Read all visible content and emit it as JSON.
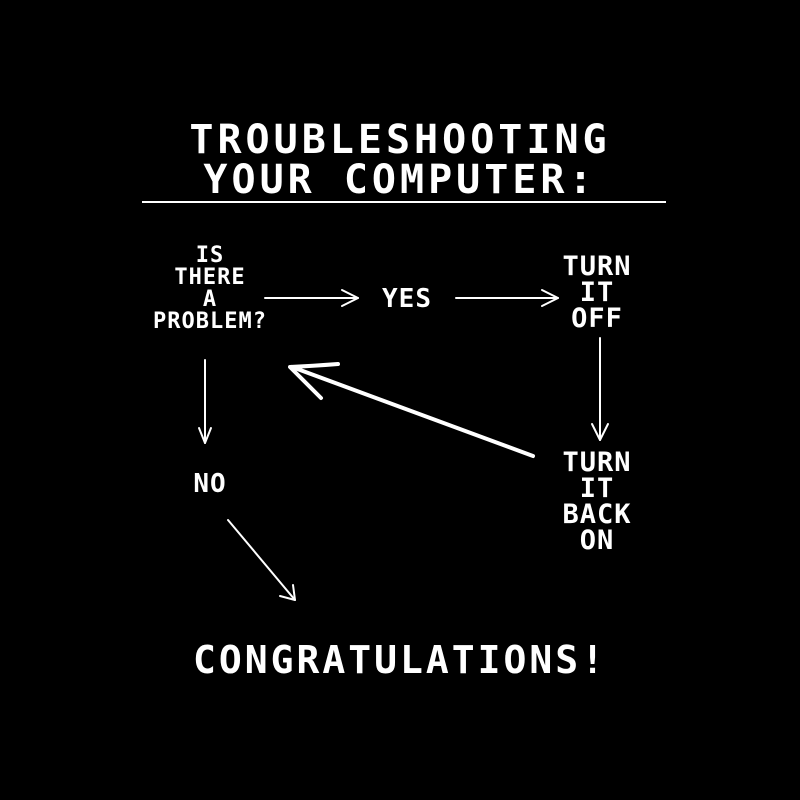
{
  "title": {
    "line1": "TROUBLESHOOTING",
    "line2": "YOUR COMPUTER:"
  },
  "nodes": {
    "problem": [
      "IS",
      "THERE",
      "A",
      "PROBLEM?"
    ],
    "yes": "YES",
    "turn_off": [
      "TURN",
      "IT",
      "OFF"
    ],
    "turn_on": [
      "TURN",
      "IT",
      "BACK",
      "ON"
    ],
    "no": "NO",
    "end": "CONGRATULATIONS!"
  },
  "colors": {
    "background": "#000000",
    "foreground": "#ffffff"
  }
}
